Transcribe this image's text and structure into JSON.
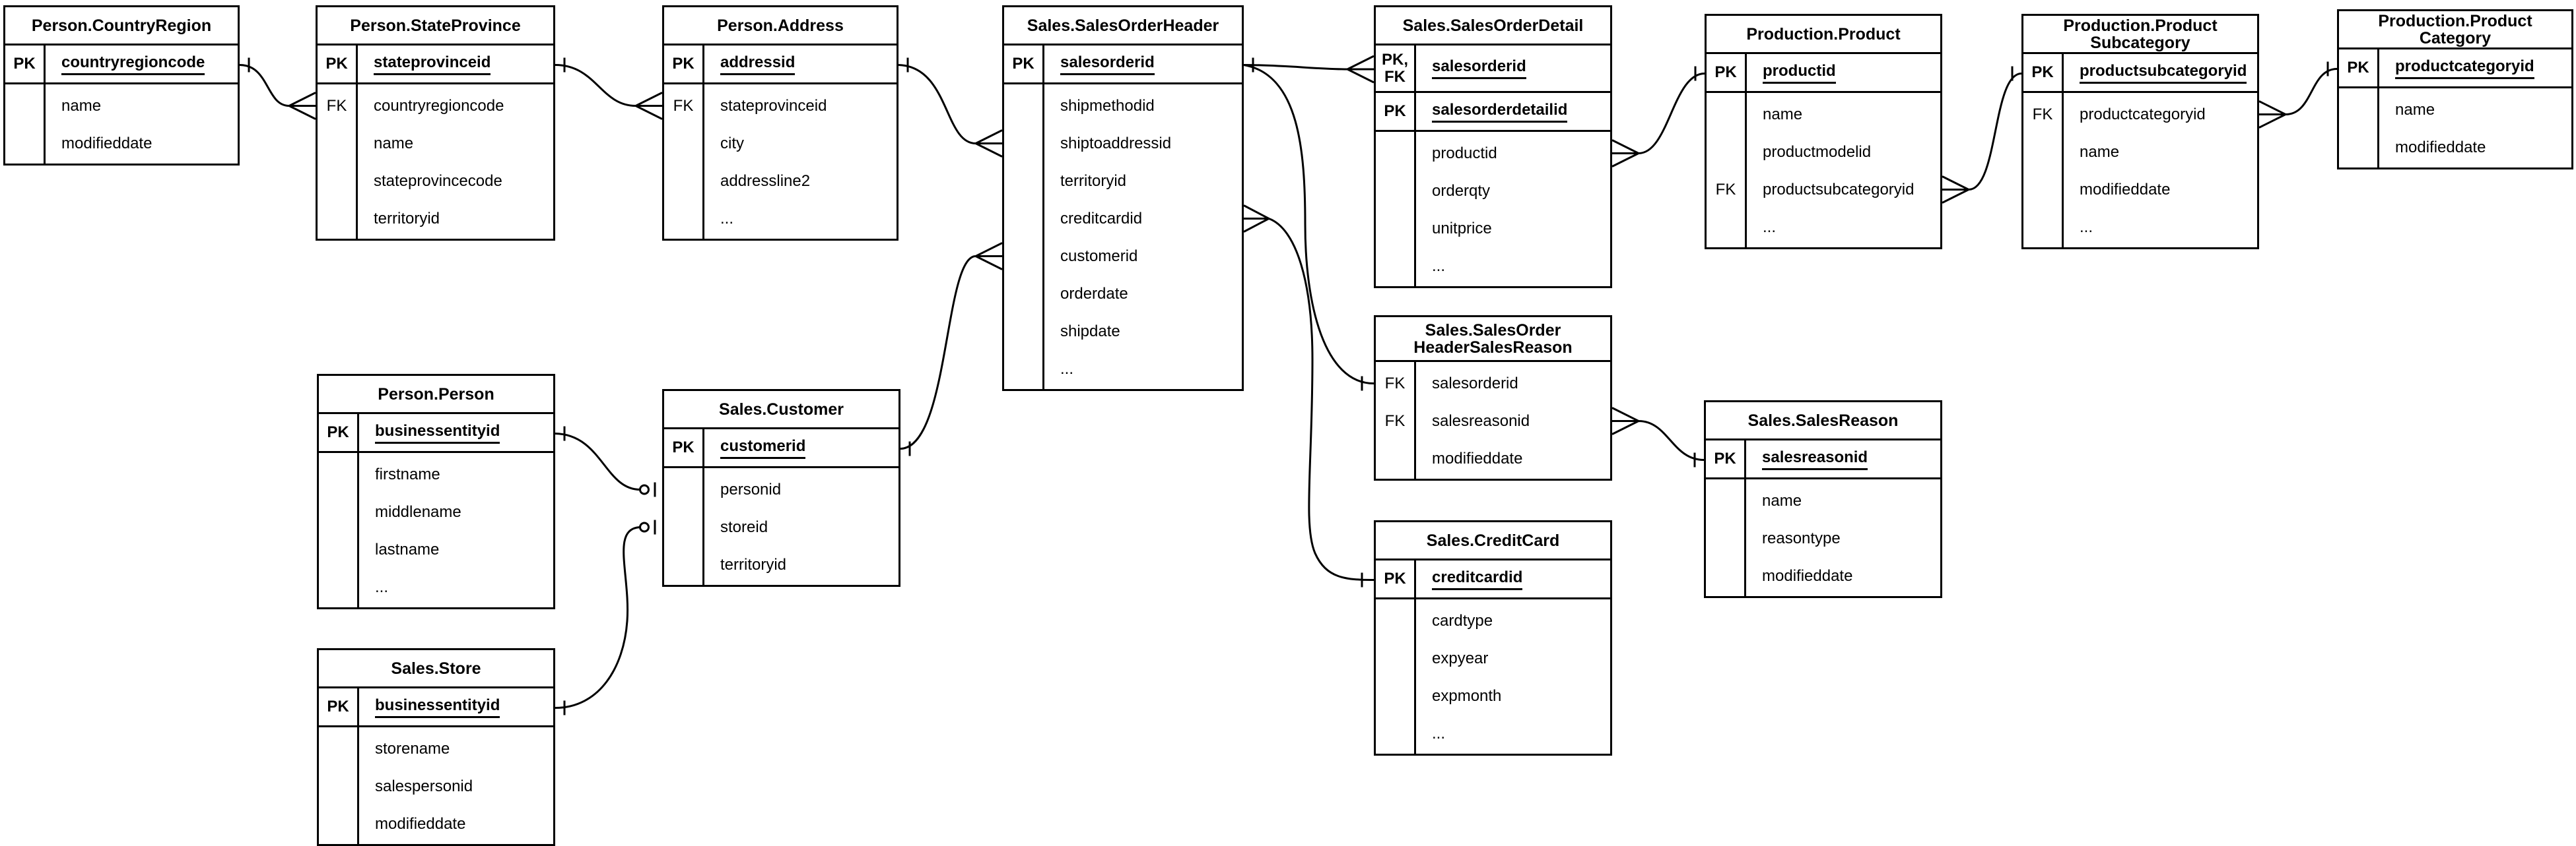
{
  "diagram": {
    "notation": "crow's foot",
    "colors": {
      "background": "#ffffff",
      "line": "#000000",
      "text": "#000000"
    },
    "tables": [
      {
        "id": "countryregion",
        "title_lines": [
          "Person.CountryRegion"
        ],
        "key_rows": [
          {
            "labels": [
              "PK"
            ],
            "field": "countryregioncode",
            "underline": true
          }
        ],
        "body_rows": [
          {
            "label": "",
            "field": "name"
          },
          {
            "label": "",
            "field": "modifieddate"
          }
        ]
      },
      {
        "id": "stateprovince",
        "title_lines": [
          "Person.StateProvince"
        ],
        "key_rows": [
          {
            "labels": [
              "PK"
            ],
            "field": "stateprovinceid",
            "underline": true
          }
        ],
        "body_rows": [
          {
            "label": "FK",
            "field": "countryregioncode"
          },
          {
            "label": "",
            "field": "name"
          },
          {
            "label": "",
            "field": "stateprovincecode"
          },
          {
            "label": "",
            "field": "territoryid"
          }
        ]
      },
      {
        "id": "address",
        "title_lines": [
          "Person.Address"
        ],
        "key_rows": [
          {
            "labels": [
              "PK"
            ],
            "field": "addressid",
            "underline": true
          }
        ],
        "body_rows": [
          {
            "label": "FK",
            "field": "stateprovinceid"
          },
          {
            "label": "",
            "field": "city"
          },
          {
            "label": "",
            "field": "addressline2"
          },
          {
            "label": "",
            "field": "..."
          }
        ]
      },
      {
        "id": "salesorderheader",
        "title_lines": [
          "Sales.SalesOrderHeader"
        ],
        "key_rows": [
          {
            "labels": [
              "PK"
            ],
            "field": "salesorderid",
            "underline": true
          }
        ],
        "body_rows": [
          {
            "label": "",
            "field": "shipmethodid"
          },
          {
            "label": "",
            "field": "shiptoaddressid"
          },
          {
            "label": "",
            "field": "territoryid"
          },
          {
            "label": "",
            "field": "creditcardid"
          },
          {
            "label": "",
            "field": "customerid"
          },
          {
            "label": "",
            "field": "orderdate"
          },
          {
            "label": "",
            "field": "shipdate"
          },
          {
            "label": "",
            "field": "..."
          }
        ]
      },
      {
        "id": "salesorderdetail",
        "title_lines": [
          "Sales.SalesOrderDetail"
        ],
        "key_rows": [
          {
            "labels": [
              "PK,",
              "FK"
            ],
            "field": "salesorderid",
            "underline": true
          },
          {
            "labels": [
              "PK"
            ],
            "field": "salesorderdetailid",
            "underline": true
          }
        ],
        "body_rows": [
          {
            "label": "",
            "field": "productid"
          },
          {
            "label": "",
            "field": "orderqty"
          },
          {
            "label": "",
            "field": "unitprice"
          },
          {
            "label": "",
            "field": "..."
          }
        ]
      },
      {
        "id": "product",
        "title_lines": [
          "Production.Product"
        ],
        "key_rows": [
          {
            "labels": [
              "PK"
            ],
            "field": "productid",
            "underline": true
          }
        ],
        "body_rows": [
          {
            "label": "",
            "field": "name"
          },
          {
            "label": "",
            "field": "productmodelid"
          },
          {
            "label": "FK",
            "field": "productsubcategoryid"
          },
          {
            "label": "",
            "field": "..."
          }
        ]
      },
      {
        "id": "productsubcategory",
        "title_lines": [
          "Production.Product",
          "Subcategory"
        ],
        "key_rows": [
          {
            "labels": [
              "PK"
            ],
            "field": "productsubcategoryid",
            "underline": true
          }
        ],
        "body_rows": [
          {
            "label": "FK",
            "field": "productcategoryid"
          },
          {
            "label": "",
            "field": "name"
          },
          {
            "label": "",
            "field": "modifieddate"
          },
          {
            "label": "",
            "field": "..."
          }
        ]
      },
      {
        "id": "productcategory",
        "title_lines": [
          "Production.Product",
          "Category"
        ],
        "key_rows": [
          {
            "labels": [
              "PK"
            ],
            "field": "productcategoryid",
            "underline": true
          }
        ],
        "body_rows": [
          {
            "label": "",
            "field": "name"
          },
          {
            "label": "",
            "field": "modifieddate"
          }
        ]
      },
      {
        "id": "person",
        "title_lines": [
          "Person.Person"
        ],
        "key_rows": [
          {
            "labels": [
              "PK"
            ],
            "field": "businessentityid",
            "underline": true
          }
        ],
        "body_rows": [
          {
            "label": "",
            "field": "firstname"
          },
          {
            "label": "",
            "field": "middlename"
          },
          {
            "label": "",
            "field": "lastname"
          },
          {
            "label": "",
            "field": "..."
          }
        ]
      },
      {
        "id": "customer",
        "title_lines": [
          "Sales.Customer"
        ],
        "key_rows": [
          {
            "labels": [
              "PK"
            ],
            "field": "customerid",
            "underline": true
          }
        ],
        "body_rows": [
          {
            "label": "",
            "field": "personid"
          },
          {
            "label": "",
            "field": "storeid"
          },
          {
            "label": "",
            "field": "territoryid"
          }
        ]
      },
      {
        "id": "store",
        "title_lines": [
          "Sales.Store"
        ],
        "key_rows": [
          {
            "labels": [
              "PK"
            ],
            "field": "businessentityid",
            "underline": true
          }
        ],
        "body_rows": [
          {
            "label": "",
            "field": "storename"
          },
          {
            "label": "",
            "field": "salespersonid"
          },
          {
            "label": "",
            "field": "modifieddate"
          }
        ]
      },
      {
        "id": "sohsalesreason",
        "title_lines": [
          "Sales.SalesOrder",
          "HeaderSalesReason"
        ],
        "key_rows": [],
        "body_rows": [
          {
            "label": "FK",
            "field": "salesorderid"
          },
          {
            "label": "FK",
            "field": "salesreasonid"
          },
          {
            "label": "",
            "field": "modifieddate"
          }
        ]
      },
      {
        "id": "salesreason",
        "title_lines": [
          "Sales.SalesReason"
        ],
        "key_rows": [
          {
            "labels": [
              "PK"
            ],
            "field": "salesreasonid",
            "underline": true
          }
        ],
        "body_rows": [
          {
            "label": "",
            "field": "name"
          },
          {
            "label": "",
            "field": "reasontype"
          },
          {
            "label": "",
            "field": "modifieddate"
          }
        ]
      },
      {
        "id": "creditcard",
        "title_lines": [
          "Sales.CreditCard"
        ],
        "key_rows": [
          {
            "labels": [
              "PK"
            ],
            "field": "creditcardid",
            "underline": true
          }
        ],
        "body_rows": [
          {
            "label": "",
            "field": "cardtype"
          },
          {
            "label": "",
            "field": "expyear"
          },
          {
            "label": "",
            "field": "expmonth"
          },
          {
            "label": "",
            "field": "..."
          }
        ]
      }
    ],
    "relationships": [
      {
        "from": "Person.CountryRegion.countryregioncode",
        "from_marker": "one",
        "to": "Person.StateProvince.countryregioncode",
        "to_marker": "many"
      },
      {
        "from": "Person.StateProvince.stateprovinceid",
        "from_marker": "one",
        "to": "Person.Address.stateprovinceid",
        "to_marker": "many"
      },
      {
        "from": "Person.Address.addressid",
        "from_marker": "one",
        "to": "Sales.SalesOrderHeader.shiptoaddressid",
        "to_marker": "many"
      },
      {
        "from": "Sales.Customer.customerid",
        "from_marker": "one",
        "to": "Sales.SalesOrderHeader.customerid",
        "to_marker": "many"
      },
      {
        "from": "Sales.SalesOrderHeader.salesorderid",
        "from_marker": "one",
        "to": "Sales.SalesOrderDetail.salesorderid",
        "to_marker": "many"
      },
      {
        "from": "Sales.SalesOrderHeader.salesorderid",
        "from_marker": "one",
        "to": "Sales.SalesOrderHeaderSalesReason.salesorderid",
        "to_marker": "one"
      },
      {
        "from": "Sales.CreditCard.creditcardid",
        "from_marker": "one",
        "to": "Sales.SalesOrderHeader.creditcardid",
        "to_marker": "many"
      },
      {
        "from": "Production.Product.productid",
        "from_marker": "one",
        "to": "Sales.SalesOrderDetail.productid",
        "to_marker": "many"
      },
      {
        "from": "Production.ProductSubcategory.productsubcategoryid",
        "from_marker": "one",
        "to": "Production.Product.productsubcategoryid",
        "to_marker": "many"
      },
      {
        "from": "Production.ProductCategory.productcategoryid",
        "from_marker": "one",
        "to": "Production.ProductSubcategory.productcategoryid",
        "to_marker": "many"
      },
      {
        "from": "Sales.SalesReason.salesreasonid",
        "from_marker": "one",
        "to": "Sales.SalesOrderHeaderSalesReason.salesreasonid",
        "to_marker": "many"
      },
      {
        "from": "Person.Person.businessentityid",
        "from_marker": "one",
        "to": "Sales.Customer.personid",
        "to_marker": "zero-or-one"
      },
      {
        "from": "Sales.Store.businessentityid",
        "from_marker": "one",
        "to": "Sales.Customer.storeid",
        "to_marker": "zero-or-one"
      }
    ]
  }
}
